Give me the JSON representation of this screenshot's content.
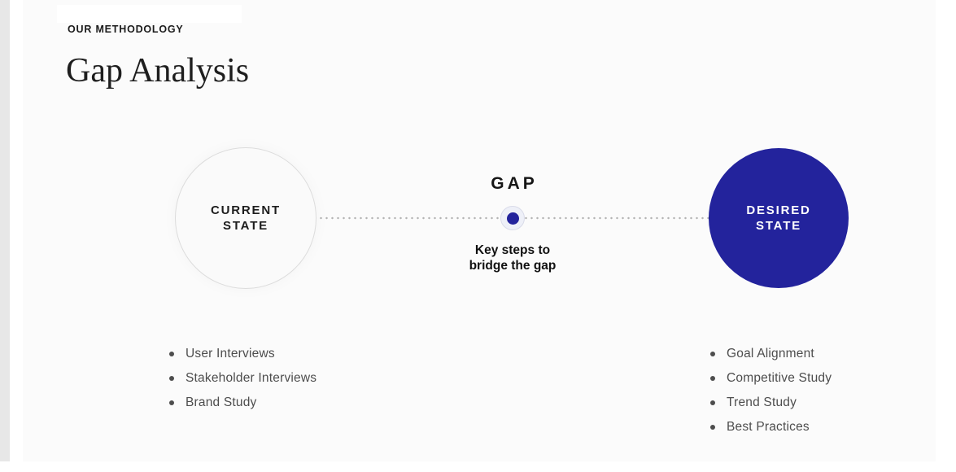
{
  "header": {
    "eyebrow": "OUR METHODOLOGY",
    "title": "Gap Analysis"
  },
  "diagram": {
    "current_state": {
      "line1": "CURRENT",
      "line2": "STATE"
    },
    "desired_state": {
      "line1": "DESIRED",
      "line2": "STATE"
    },
    "gap": {
      "label": "GAP",
      "caption_line1": "Key steps to",
      "caption_line2": "bridge the gap"
    },
    "colors": {
      "accent_blue": "#23239c",
      "current_circle_fill": "#fafafa",
      "current_circle_border": "#dcdcdc",
      "dotted_line": "#b3b3b3",
      "dot_halo_fill": "#eef0f8",
      "dot_halo_border": "#d9dbe9",
      "desired_text": "#ffffff"
    }
  },
  "lists": {
    "current_state_items": [
      "User Interviews",
      "Stakeholder Interviews",
      "Brand Study"
    ],
    "desired_state_items": [
      "Goal Alignment",
      "Competitive Study",
      "Trend Study",
      "Best Practices"
    ]
  }
}
